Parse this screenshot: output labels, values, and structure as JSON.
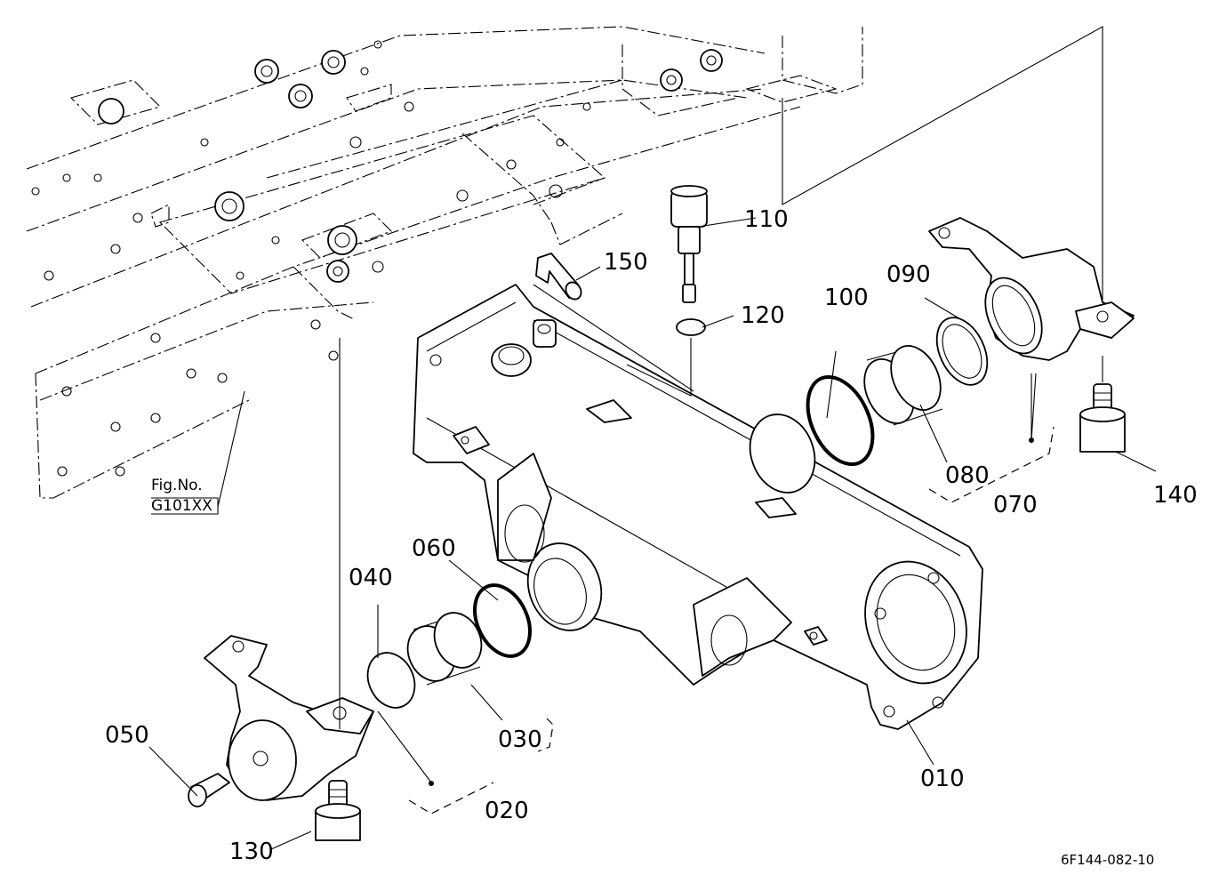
{
  "diagram": {
    "callouts": {
      "p010": "010",
      "p020": "020",
      "p030": "030",
      "p040": "040",
      "p050": "050",
      "p060": "060",
      "p070": "070",
      "p080": "080",
      "p090": "090",
      "p100": "100",
      "p110": "110",
      "p120": "120",
      "p130": "130",
      "p140": "140",
      "p150": "150"
    },
    "figure_ref": {
      "line1": "Fig.No.",
      "line2": "G101XX"
    },
    "drawing_code": "6F144-082-10"
  }
}
